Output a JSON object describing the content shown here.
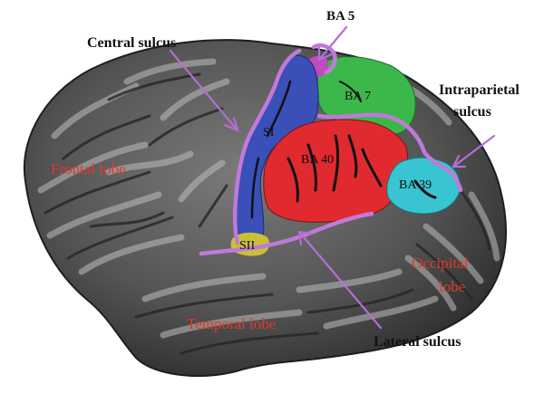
{
  "labels": {
    "central_sulcus": "Central sulcus",
    "ba5": "BA 5",
    "intraparietal_line1": "Intraparietal",
    "intraparietal_line2": "sulcus",
    "frontal_lobe": "Frontal lobe",
    "temporal_lobe": "Temporal lobe",
    "occipital_line1": "Occipital",
    "occipital_line2": "lobe",
    "lateral_sulcus": "Lateral sulcus"
  },
  "regions": {
    "si": "SI",
    "sii": "SII",
    "ba7": "BA 7",
    "ba40": "BA 40",
    "ba39": "BA 39"
  },
  "colors": {
    "cortex": "#5a5a5a",
    "gyrus_highlight": "#b8b8b8",
    "sulcus_shadow": "#262626",
    "si_blue": "#3a4fb8",
    "sii_yellow": "#c9c035",
    "ba40_red": "#e02a30",
    "ba7_green": "#3cb84a",
    "ba39_cyan": "#39c4d2",
    "ba5_magenta": "#c04ac0",
    "sulcus_outline": "#c07ad8",
    "arrow": "#b46ed6",
    "lobe_label": "#e03a2a"
  }
}
